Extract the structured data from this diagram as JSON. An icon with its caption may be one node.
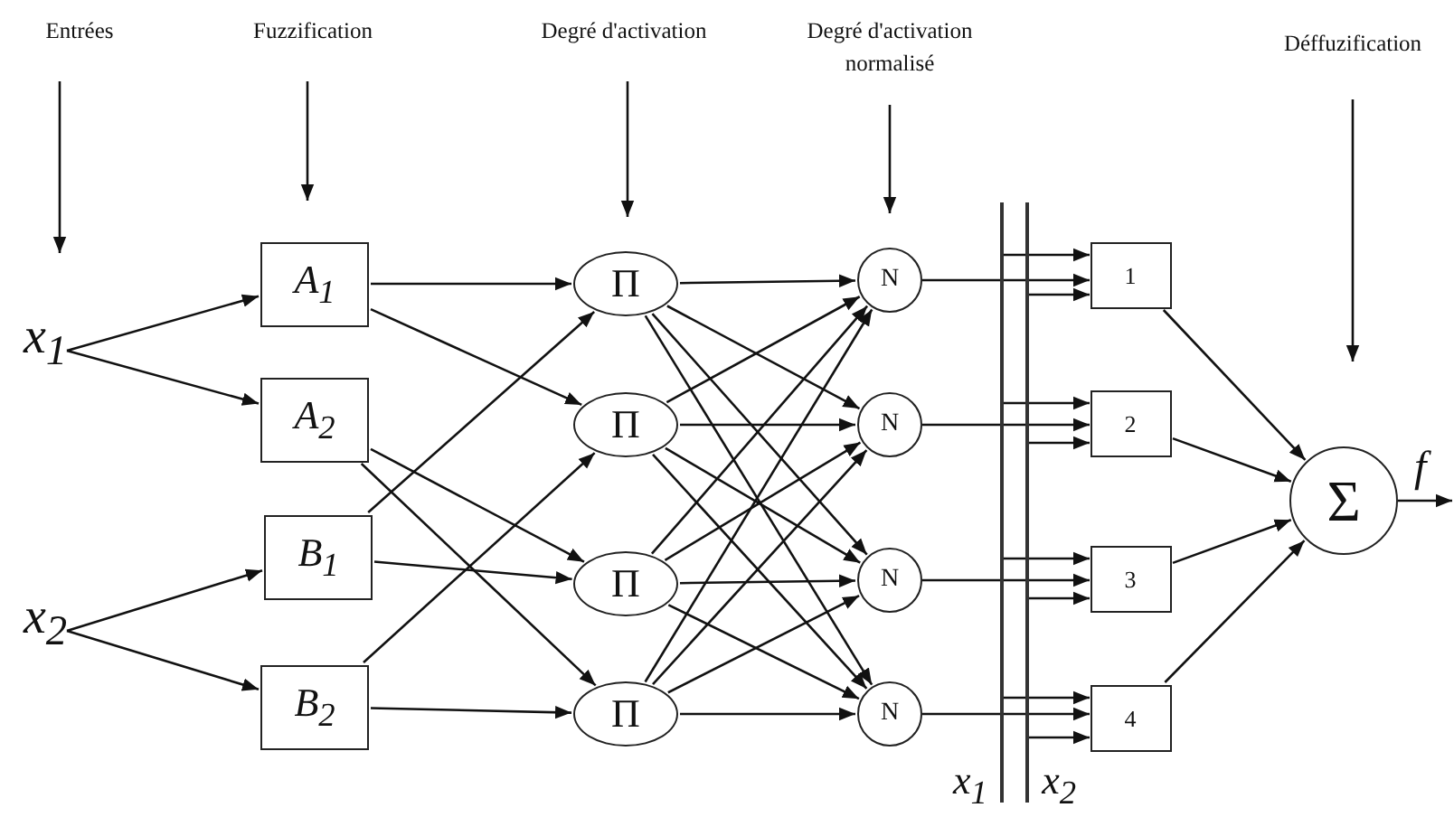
{
  "diagram": {
    "nodes": [
      {
        "text": [
          "x$_{1}$"
        ]
      },
      {
        "text": [
          "x$_{2}$"
        ]
      },
      {
        "text": [
          "A$_{1}$"
        ]
      },
      {
        "text": [
          "A$_{2}$"
        ]
      },
      {
        "text": [
          "B$_{1}$"
        ]
      },
      {
        "text": [
          "B$_{2}$"
        ]
      },
      {
        "text": [
          "Π"
        ]
      },
      {
        "text": [
          "Π"
        ]
      },
      {
        "text": [
          "Π"
        ]
      },
      {
        "text": [
          "Π"
        ]
      },
      {
        "text": [
          "N"
        ]
      },
      {
        "text": [
          "N"
        ]
      },
      {
        "text": [
          "N"
        ]
      },
      {
        "text": [
          "N"
        ]
      },
      {
        "text": [
          "1"
        ]
      },
      {
        "text": [
          "2"
        ]
      },
      {
        "text": [
          "3"
        ]
      },
      {
        "text": [
          "4"
        ]
      },
      {
        "text": [
          "Σ"
        ]
      },
      {
        "text": [
          "x$_{1}$"
        ]
      },
      {
        "text": [
          "x$_{2}$"
        ]
      }
    ],
    "edges": [
      {
        "from": 0,
        "to": 2,
        "arrow": "to"
      },
      {
        "from": 0,
        "to": 3,
        "arrow": "to"
      },
      {
        "from": 1,
        "to": 4,
        "arrow": "to"
      },
      {
        "from": 1,
        "to": 5,
        "arrow": "to"
      },
      {
        "from": 2,
        "to": 6,
        "arrow": "to"
      },
      {
        "from": 2,
        "to": 7,
        "arrow": "to"
      },
      {
        "from": 3,
        "to": 8,
        "arrow": "to"
      },
      {
        "from": 3,
        "to": 9,
        "arrow": "to"
      },
      {
        "from": 4,
        "to": 6,
        "arrow": "to"
      },
      {
        "from": 4,
        "to": 8,
        "arrow": "to"
      },
      {
        "from": 5,
        "to": 7,
        "arrow": "to"
      },
      {
        "from": 5,
        "to": 9,
        "arrow": "to"
      },
      {
        "from": 6,
        "to": 10,
        "arrow": "to"
      },
      {
        "from": 6,
        "to": 11,
        "arrow": "to"
      },
      {
        "from": 6,
        "to": 12,
        "arrow": "to"
      },
      {
        "from": 6,
        "to": 13,
        "arrow": "to"
      },
      {
        "from": 7,
        "to": 10,
        "arrow": "to"
      },
      {
        "from": 7,
        "to": 11,
        "arrow": "to"
      },
      {
        "from": 7,
        "to": 12,
        "arrow": "to"
      },
      {
        "from": 7,
        "to": 13,
        "arrow": "to"
      },
      {
        "from": 8,
        "to": 10,
        "arrow": "to"
      },
      {
        "from": 8,
        "to": 11,
        "arrow": "to"
      },
      {
        "from": 8,
        "to": 12,
        "arrow": "to"
      },
      {
        "from": 8,
        "to": 13,
        "arrow": "to"
      },
      {
        "from": 9,
        "to": 10,
        "arrow": "to"
      },
      {
        "from": 9,
        "to": 11,
        "arrow": "to"
      },
      {
        "from": 9,
        "to": 12,
        "arrow": "to"
      },
      {
        "from": 9,
        "to": 13,
        "arrow": "to"
      },
      {
        "from": 10,
        "to": 14,
        "arrow": "to"
      },
      {
        "from": 11,
        "to": 15,
        "arrow": "to"
      },
      {
        "from": 12,
        "to": 16,
        "arrow": "to"
      },
      {
        "from": 13,
        "to": 17,
        "arrow": "to"
      },
      {
        "from": 19,
        "to": 14,
        "arrow": "to"
      },
      {
        "from": 19,
        "to": 15,
        "arrow": "to"
      },
      {
        "from": 19,
        "to": 16,
        "arrow": "to"
      },
      {
        "from": 19,
        "to": 17,
        "arrow": "to"
      },
      {
        "from": 20,
        "to": 14,
        "arrow": "to"
      },
      {
        "from": 20,
        "to": 15,
        "arrow": "to"
      },
      {
        "from": 20,
        "to": 16,
        "arrow": "to"
      },
      {
        "from": 20,
        "to": 17,
        "arrow": "to"
      },
      {
        "from": 14,
        "to": 18,
        "arrow": "to"
      },
      {
        "from": 15,
        "to": 18,
        "arrow": "to"
      },
      {
        "from": 16,
        "to": 18,
        "arrow": "to"
      },
      {
        "from": 17,
        "to": 18,
        "arrow": "to"
      },
      {
        "from": 18,
        "to": null,
        "arrow": "to",
        "label": "f"
      }
    ],
    "labels": [
      "Entrées",
      "Fuzzification",
      "Degré d'activation",
      "Degré d'activation normalisé",
      "Déffuzification"
    ]
  }
}
